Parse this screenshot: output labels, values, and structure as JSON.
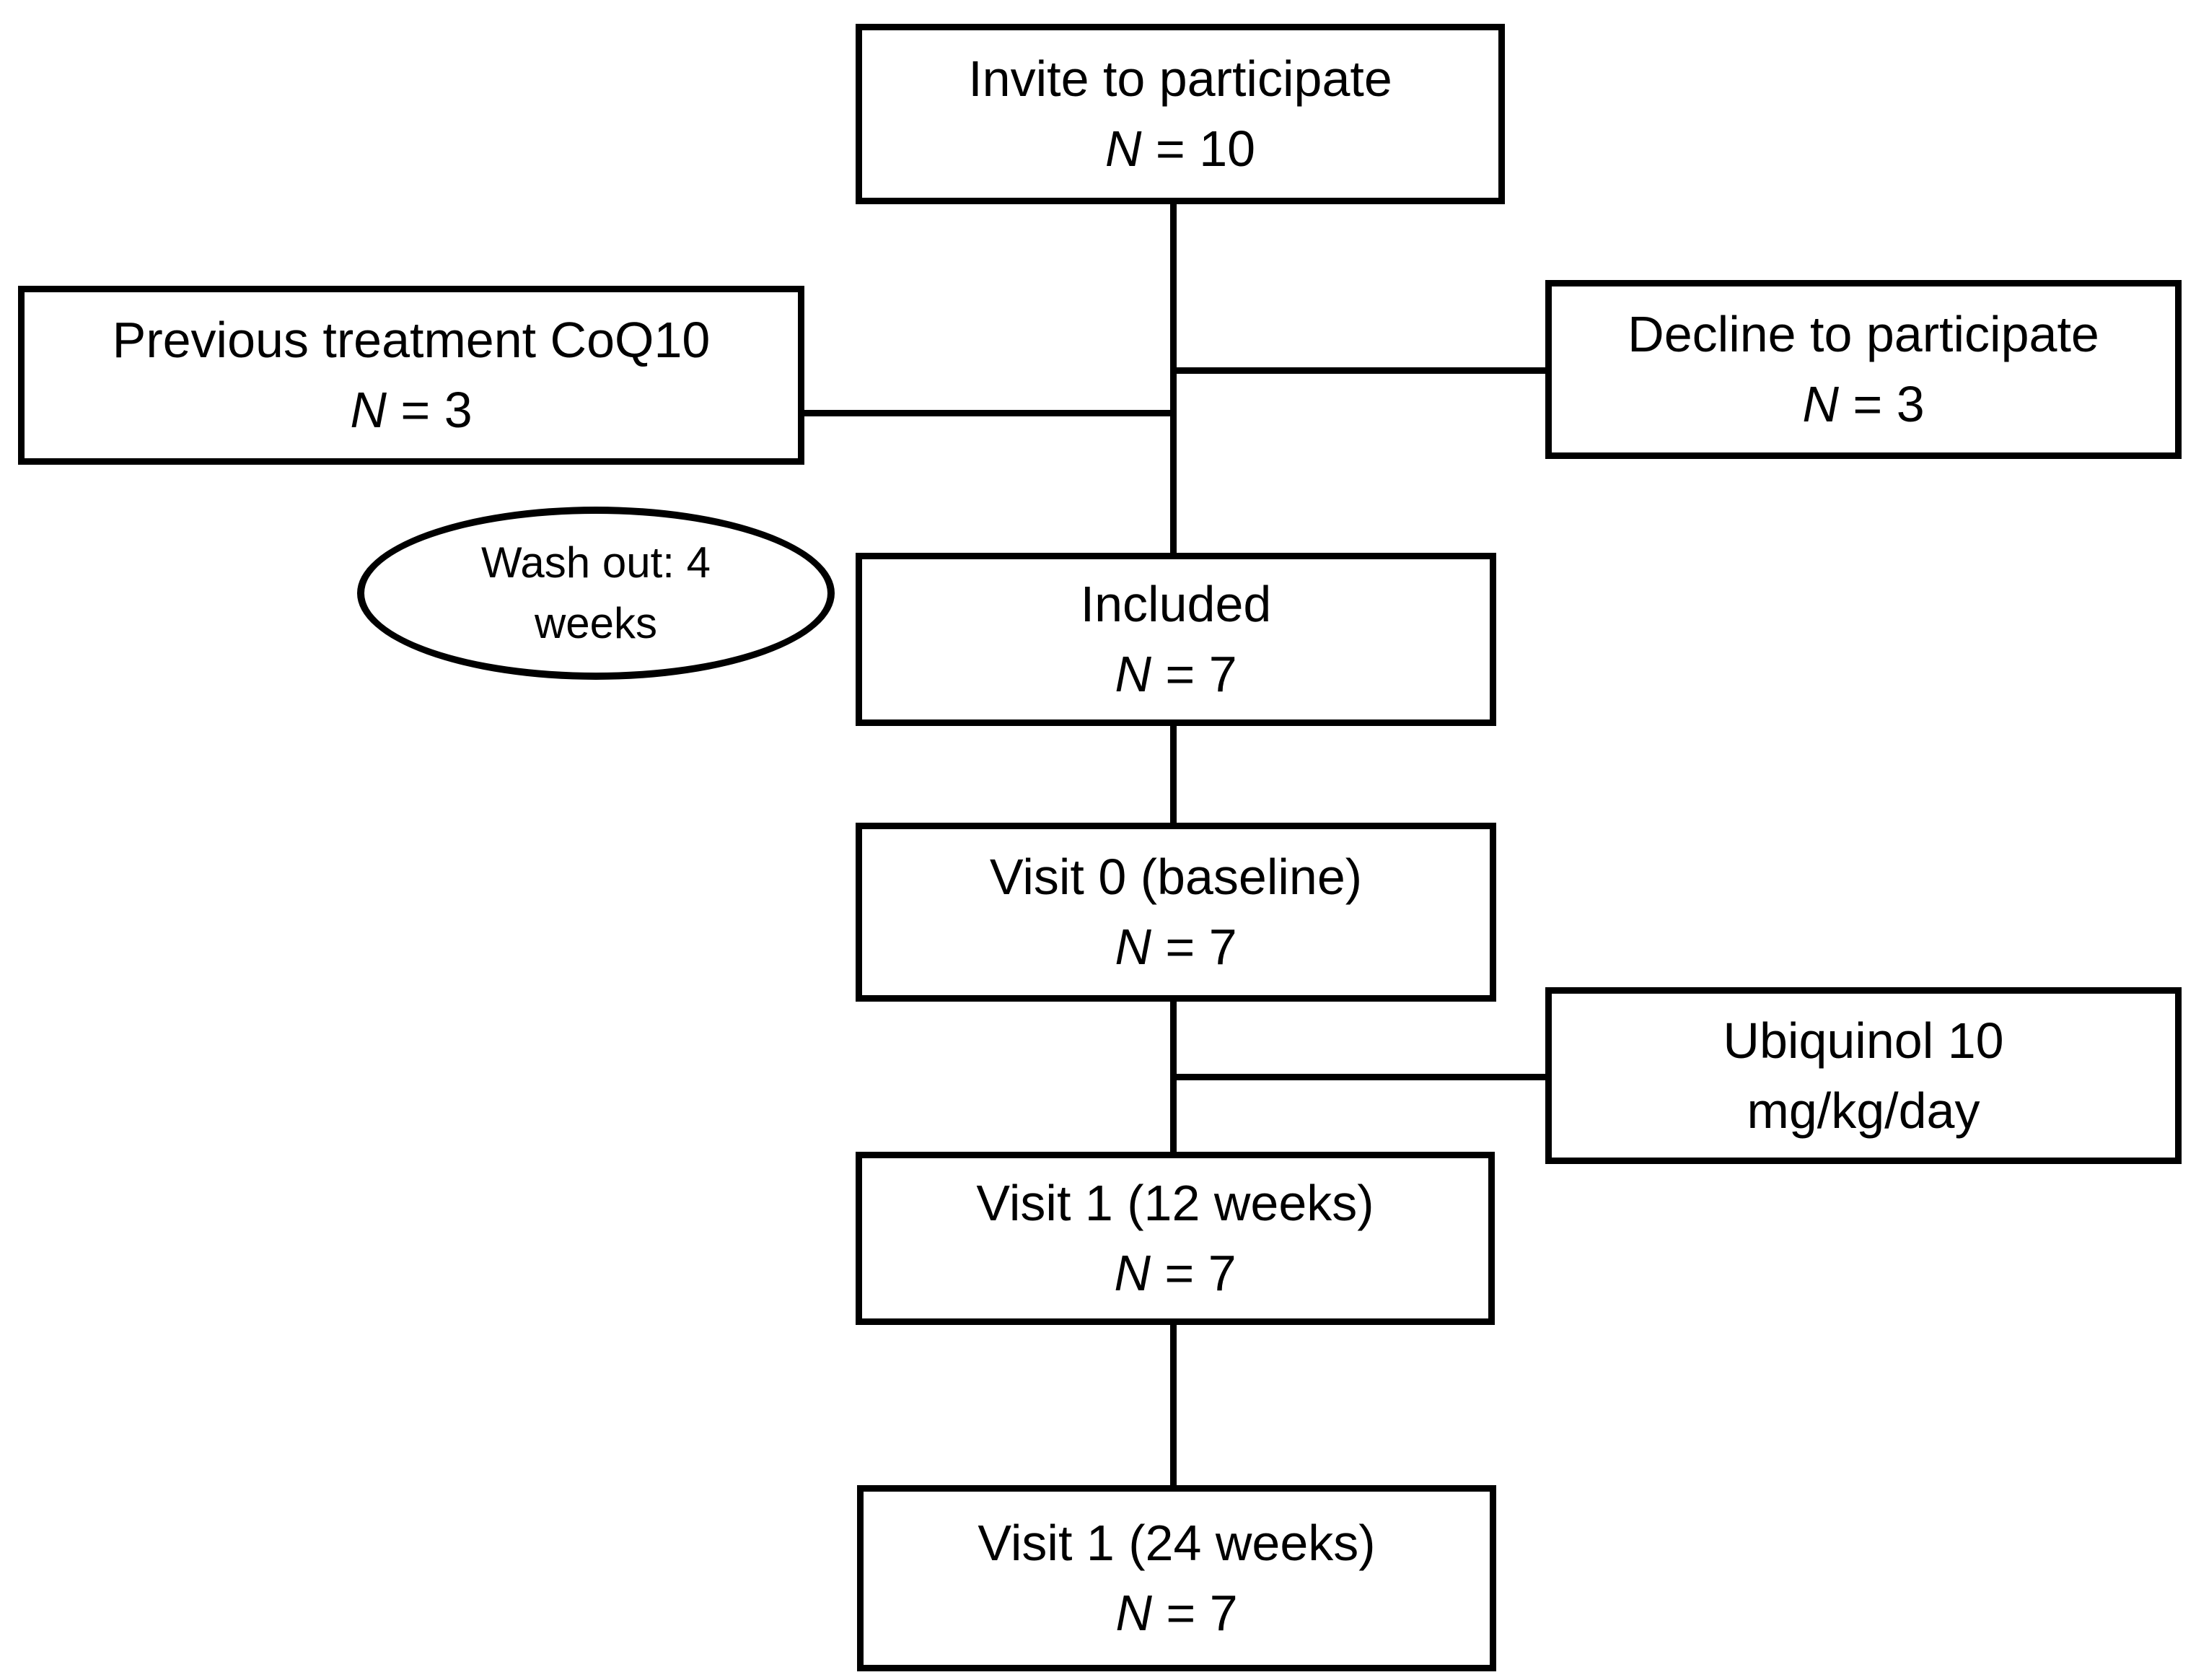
{
  "colors": {
    "background": "#ffffff",
    "line": "#000000",
    "text": "#000000"
  },
  "nodes": {
    "invite": {
      "line1": "Invite to participate",
      "line2": "N = 10"
    },
    "previous_treatment": {
      "line1": "Previous treatment CoQ10",
      "line2": "N = 3"
    },
    "decline": {
      "line1": "Decline to participate",
      "line2": "N = 3"
    },
    "washout": {
      "line1": "Wash out: 4",
      "line2": "weeks"
    },
    "included": {
      "line1": "Included",
      "line2": "N = 7"
    },
    "visit0": {
      "line1": "Visit 0 (baseline)",
      "line2": "N = 7"
    },
    "ubiquinol": {
      "line1": "Ubiquinol 10",
      "line2": "mg/kg/day"
    },
    "visit1_12w": {
      "line1": "Visit 1 (12 weeks)",
      "line2": "N = 7"
    },
    "visit1_24w": {
      "line1": "Visit 1 (24 weeks)",
      "line2": "N = 7"
    }
  },
  "edges": [
    {
      "from": "invite",
      "to": "included"
    },
    {
      "from": "invite",
      "to": "decline"
    },
    {
      "from": "previous_treatment",
      "to": "invite"
    },
    {
      "from": "included",
      "to": "visit0"
    },
    {
      "from": "visit0",
      "to": "visit1_12w"
    },
    {
      "from": "visit0",
      "to": "ubiquinol"
    },
    {
      "from": "visit1_12w",
      "to": "visit1_24w"
    }
  ]
}
